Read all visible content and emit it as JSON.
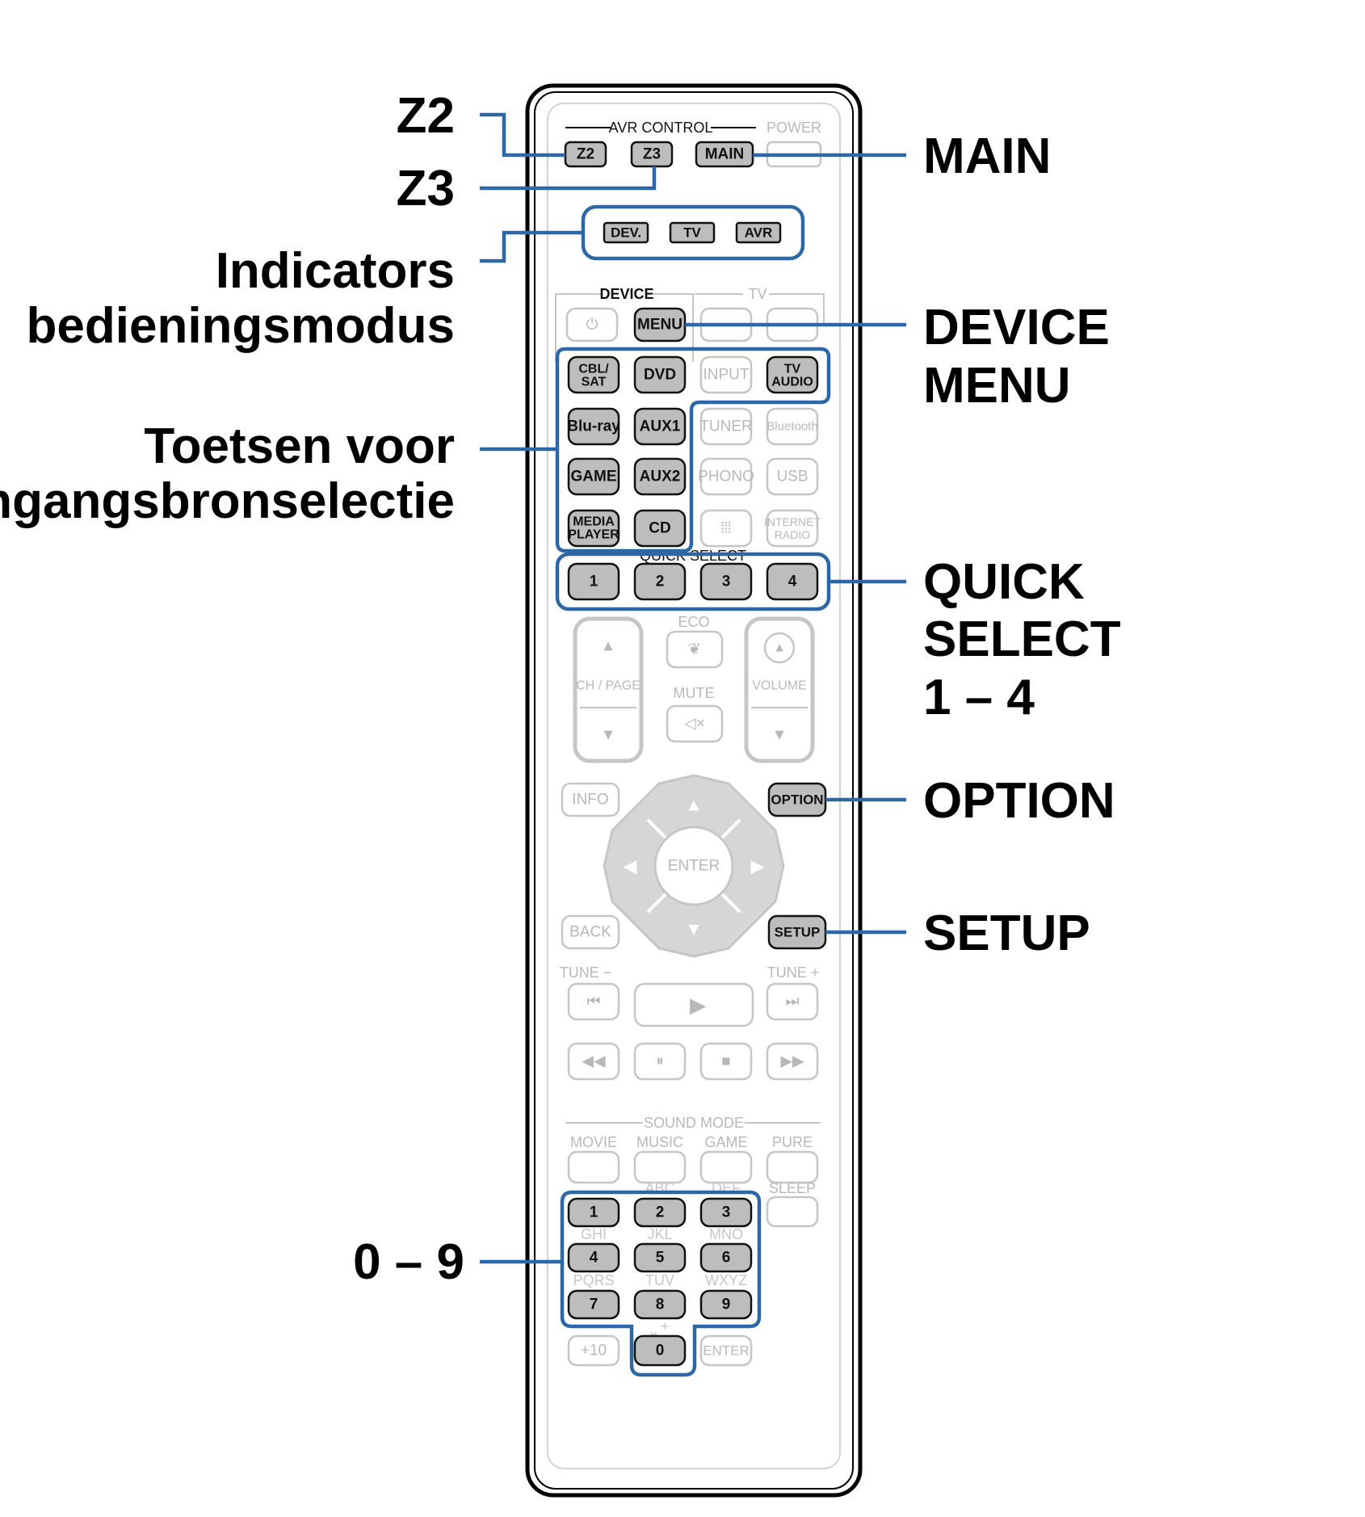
{
  "callouts": {
    "z2": "Z2",
    "z3": "Z3",
    "indicators": [
      "Indicators",
      "bedieningsmodus"
    ],
    "source_keys": [
      "Toetsen voor",
      "ingangsbronselectie"
    ],
    "zero_nine": "0 – 9",
    "main": "MAIN",
    "device_menu": [
      "DEVICE",
      "MENU"
    ],
    "quick_select": [
      "QUICK",
      "SELECT",
      "1 – 4"
    ],
    "option": "OPTION",
    "setup": "SETUP"
  },
  "remote": {
    "avr_control_label": "AVR CONTROL",
    "power_label": "POWER",
    "z2": "Z2",
    "z3": "Z3",
    "main": "MAIN",
    "indicators": [
      "DEV.",
      "TV",
      "AVR"
    ],
    "device_label": "DEVICE",
    "tv_label": "TV",
    "menu": "MENU",
    "input": "INPUT",
    "sources_dark": [
      [
        "CBL/",
        "SAT"
      ],
      [
        "DVD"
      ],
      [
        "TV",
        "AUDIO"
      ],
      [
        "Blu-ray"
      ],
      [
        "AUX1"
      ],
      [
        "GAME"
      ],
      [
        "AUX2"
      ],
      [
        "MEDIA",
        "PLAYER"
      ],
      [
        "CD"
      ]
    ],
    "sources_grey": [
      "TUNER",
      "Bluetooth",
      "PHONO",
      "USB",
      "INTERNET",
      "RADIO"
    ],
    "quick_select_label": "QUICK SELECT",
    "quick_select": [
      "1",
      "2",
      "3",
      "4"
    ],
    "eco": "ECO",
    "ch_page": "CH / PAGE",
    "mute": "MUTE",
    "volume": "VOLUME",
    "info": "INFO",
    "option": "OPTION",
    "enter": "ENTER",
    "back": "BACK",
    "setup": "SETUP",
    "tune_minus": "TUNE −",
    "tune_plus": "TUNE +",
    "sound_mode": "SOUND MODE",
    "sound_modes": [
      "MOVIE",
      "MUSIC",
      "GAME",
      "PURE"
    ],
    "sleep": "SLEEP",
    "numbers": [
      "1",
      "2",
      "3",
      "4",
      "5",
      "6",
      "7",
      "8",
      "9",
      "0"
    ],
    "letters": [
      "ABC",
      "DEF",
      "GHI",
      "JKL",
      "MNO",
      "PQRS",
      "TUV",
      "WXYZ"
    ],
    "plus10": "+10",
    "enter_small": "ENTER"
  }
}
